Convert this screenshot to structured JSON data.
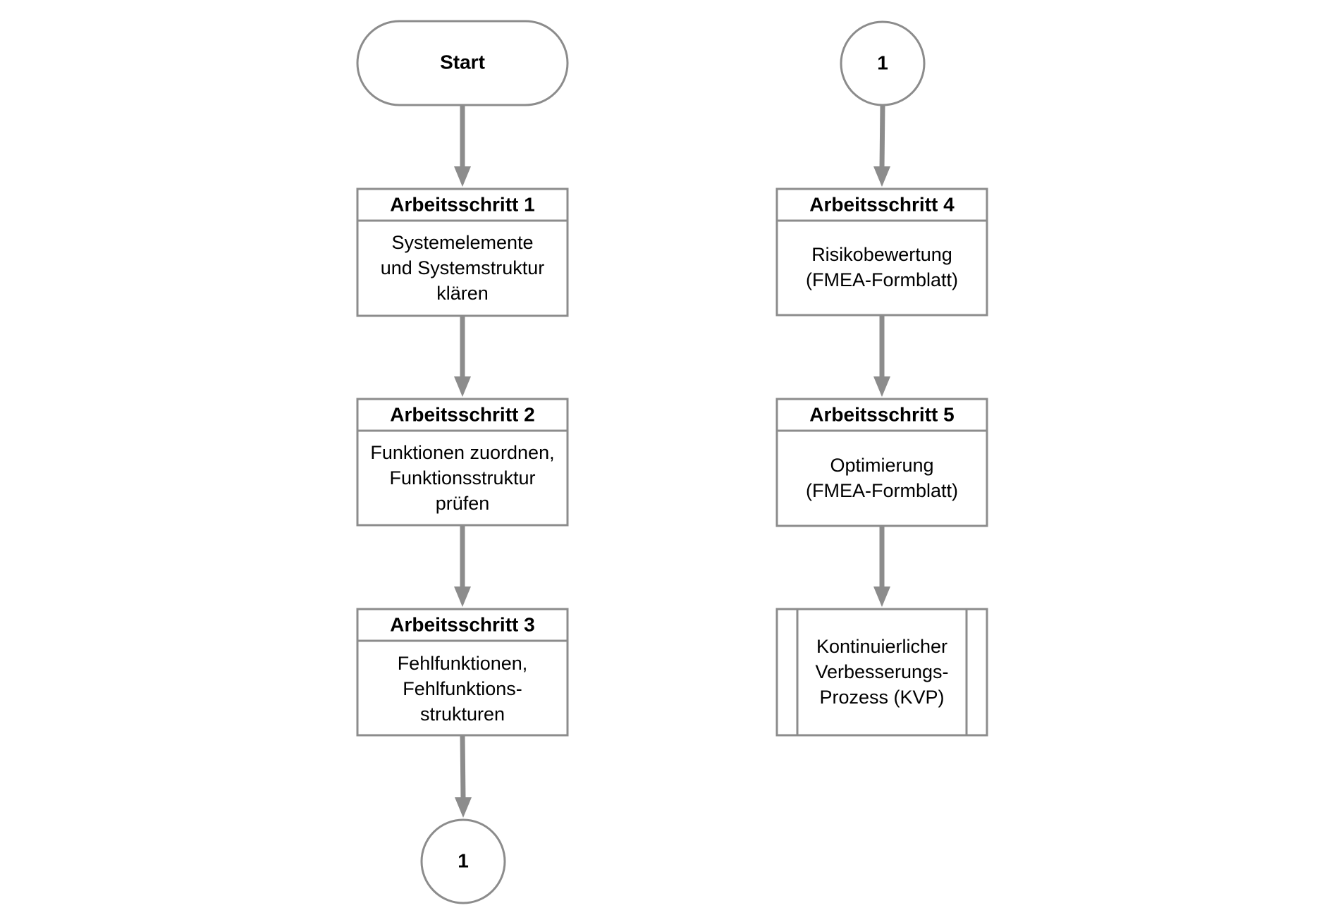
{
  "colors": {
    "stroke": "#8c8c8c",
    "text": "#000000",
    "fill": "#ffffff"
  },
  "left_column": {
    "start": "Start",
    "steps": [
      {
        "title": "Arbeitsschritt 1",
        "lines": [
          "Systemelemente",
          "und Systemstruktur",
          "klären"
        ]
      },
      {
        "title": "Arbeitsschritt 2",
        "lines": [
          "Funktionen zuordnen,",
          "Funktionsstruktur",
          "prüfen"
        ]
      },
      {
        "title": "Arbeitsschritt 3",
        "lines": [
          "Fehlfunktionen,",
          "Fehlfunktions-",
          "strukturen"
        ]
      }
    ],
    "connector": "1"
  },
  "right_column": {
    "connector": "1",
    "steps": [
      {
        "title": "Arbeitsschritt 4",
        "lines": [
          "Risikobewertung",
          "(FMEA-Formblatt)"
        ]
      },
      {
        "title": "Arbeitsschritt 5",
        "lines": [
          "Optimierung",
          "(FMEA-Formblatt)"
        ]
      }
    ],
    "process": {
      "lines": [
        "Kontinuierlicher",
        "Verbesserungs-",
        "Prozess (KVP)"
      ]
    }
  }
}
